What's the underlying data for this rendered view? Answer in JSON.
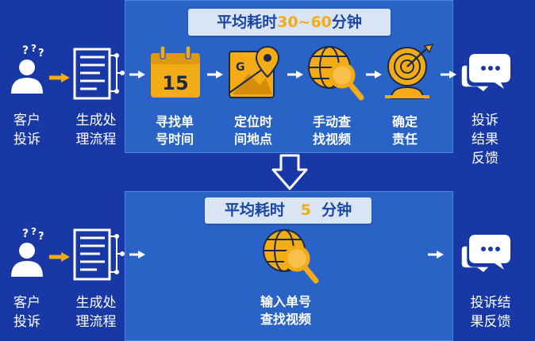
{
  "top": {
    "title_prefix": "平均耗时",
    "title_highlight": "30~60",
    "title_suffix": "分钟",
    "left1": [
      "客户",
      "投诉"
    ],
    "left2": [
      "生成处",
      "理流程"
    ],
    "steps": [
      {
        "icon": "calendar-icon",
        "calendar_day": "15",
        "lines": [
          "寻找单",
          "号时间"
        ]
      },
      {
        "icon": "map-location-icon",
        "lines": [
          "定位时",
          "间地点"
        ]
      },
      {
        "icon": "globe-search-icon",
        "lines": [
          "手动查",
          "找视频"
        ]
      },
      {
        "icon": "target-icon",
        "lines": [
          "确定",
          "责任"
        ]
      }
    ],
    "right": [
      "投诉",
      "结果",
      "反馈"
    ]
  },
  "bottom": {
    "title_prefix": "平均耗时",
    "title_highlight": "5",
    "title_suffix": "分钟",
    "left1": [
      "客户",
      "投诉"
    ],
    "left2": [
      "生成处",
      "理流程"
    ],
    "center": [
      "输入单号",
      "查找视频"
    ],
    "right": [
      "投诉结",
      "果反馈"
    ]
  },
  "colors": {
    "background": "#1838a6",
    "panel": "#2a63c6",
    "accent": "#f4ac16",
    "title_bg": "#d9e4f4"
  }
}
